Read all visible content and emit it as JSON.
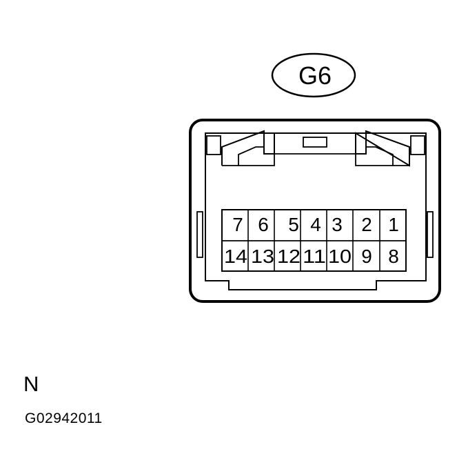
{
  "connector": {
    "name": "G6",
    "pins_top": [
      "7",
      "6",
      "5",
      "4",
      "3",
      "2",
      "1"
    ],
    "pins_bottom": [
      "14",
      "13",
      "12",
      "11",
      "10",
      "9",
      "8"
    ]
  },
  "footer": {
    "letter": "N",
    "code": "G02942011"
  }
}
